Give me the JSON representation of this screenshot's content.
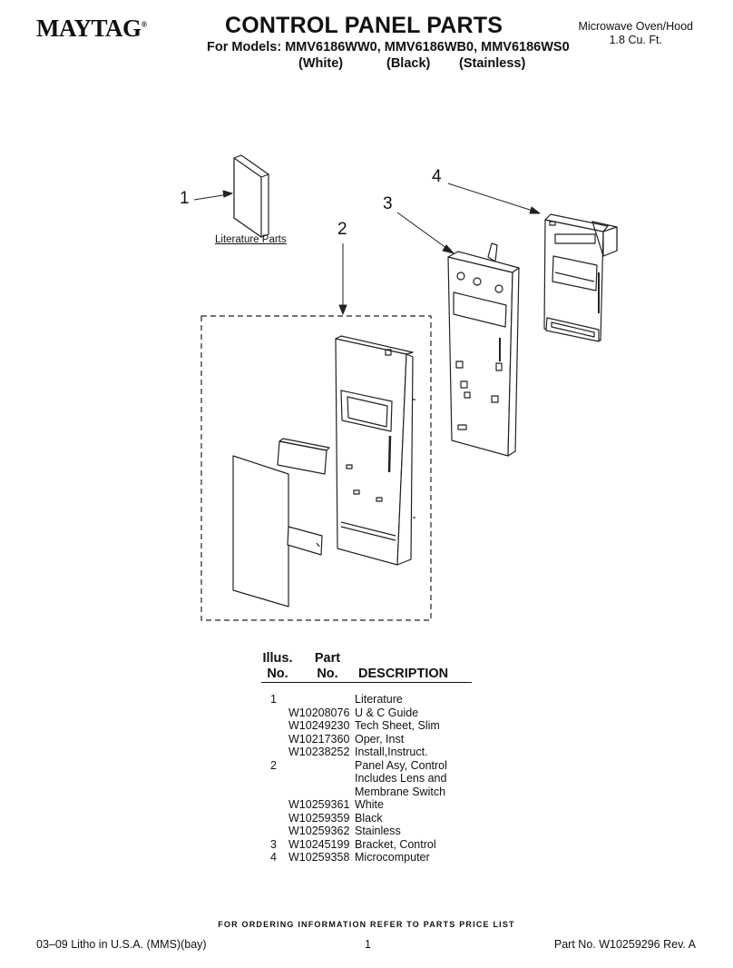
{
  "header": {
    "brand": "MAYTAG",
    "brand_mark": "®",
    "title": "CONTROL PANEL PARTS",
    "models_line": "For Models: MMV6186WW0, MMV6186WB0, MMV6186WS0",
    "colors": [
      "(White)",
      "(Black)",
      "(Stainless)"
    ],
    "product_line1": "Microwave Oven/Hood",
    "product_line2": "1.8 Cu. Ft."
  },
  "diagram": {
    "callouts": [
      "1",
      "2",
      "3",
      "4"
    ],
    "literature_label": "Literature Parts"
  },
  "table": {
    "headers": {
      "illus_line1": "Illus.",
      "illus_line2": "No.",
      "part_line1": "Part",
      "part_line2": "No.",
      "description": "DESCRIPTION"
    },
    "rows": [
      {
        "illus": "1",
        "part": "",
        "desc": "Literature"
      },
      {
        "illus": "",
        "part": "W10208076",
        "desc": "U & C Guide"
      },
      {
        "illus": "",
        "part": "W10249230",
        "desc": "Tech Sheet, Slim"
      },
      {
        "illus": "",
        "part": "W10217360",
        "desc": "Oper, Inst"
      },
      {
        "illus": "",
        "part": "W10238252",
        "desc": "Install,Instruct."
      },
      {
        "illus": "2",
        "part": "",
        "desc": "Panel Asy, Control"
      },
      {
        "illus": "",
        "part": "",
        "desc": "Includes Lens and"
      },
      {
        "illus": "",
        "part": "",
        "desc": "Membrane Switch"
      },
      {
        "illus": "",
        "part": "W10259361",
        "desc": " White"
      },
      {
        "illus": "",
        "part": "W10259359",
        "desc": "Black"
      },
      {
        "illus": "",
        "part": "W10259362",
        "desc": "Stainless"
      },
      {
        "illus": "3",
        "part": "W10245199",
        "desc": "Bracket, Control"
      },
      {
        "illus": "4",
        "part": "W10259358",
        "desc": "Microcomputer"
      }
    ]
  },
  "footer": {
    "ordering_note": "FOR ORDERING INFORMATION REFER TO PARTS PRICE LIST",
    "litho": "03–09 Litho in U.S.A. (MMS)(bay)",
    "page_number": "1",
    "part_number": "Part No. W10259296 Rev. A"
  }
}
